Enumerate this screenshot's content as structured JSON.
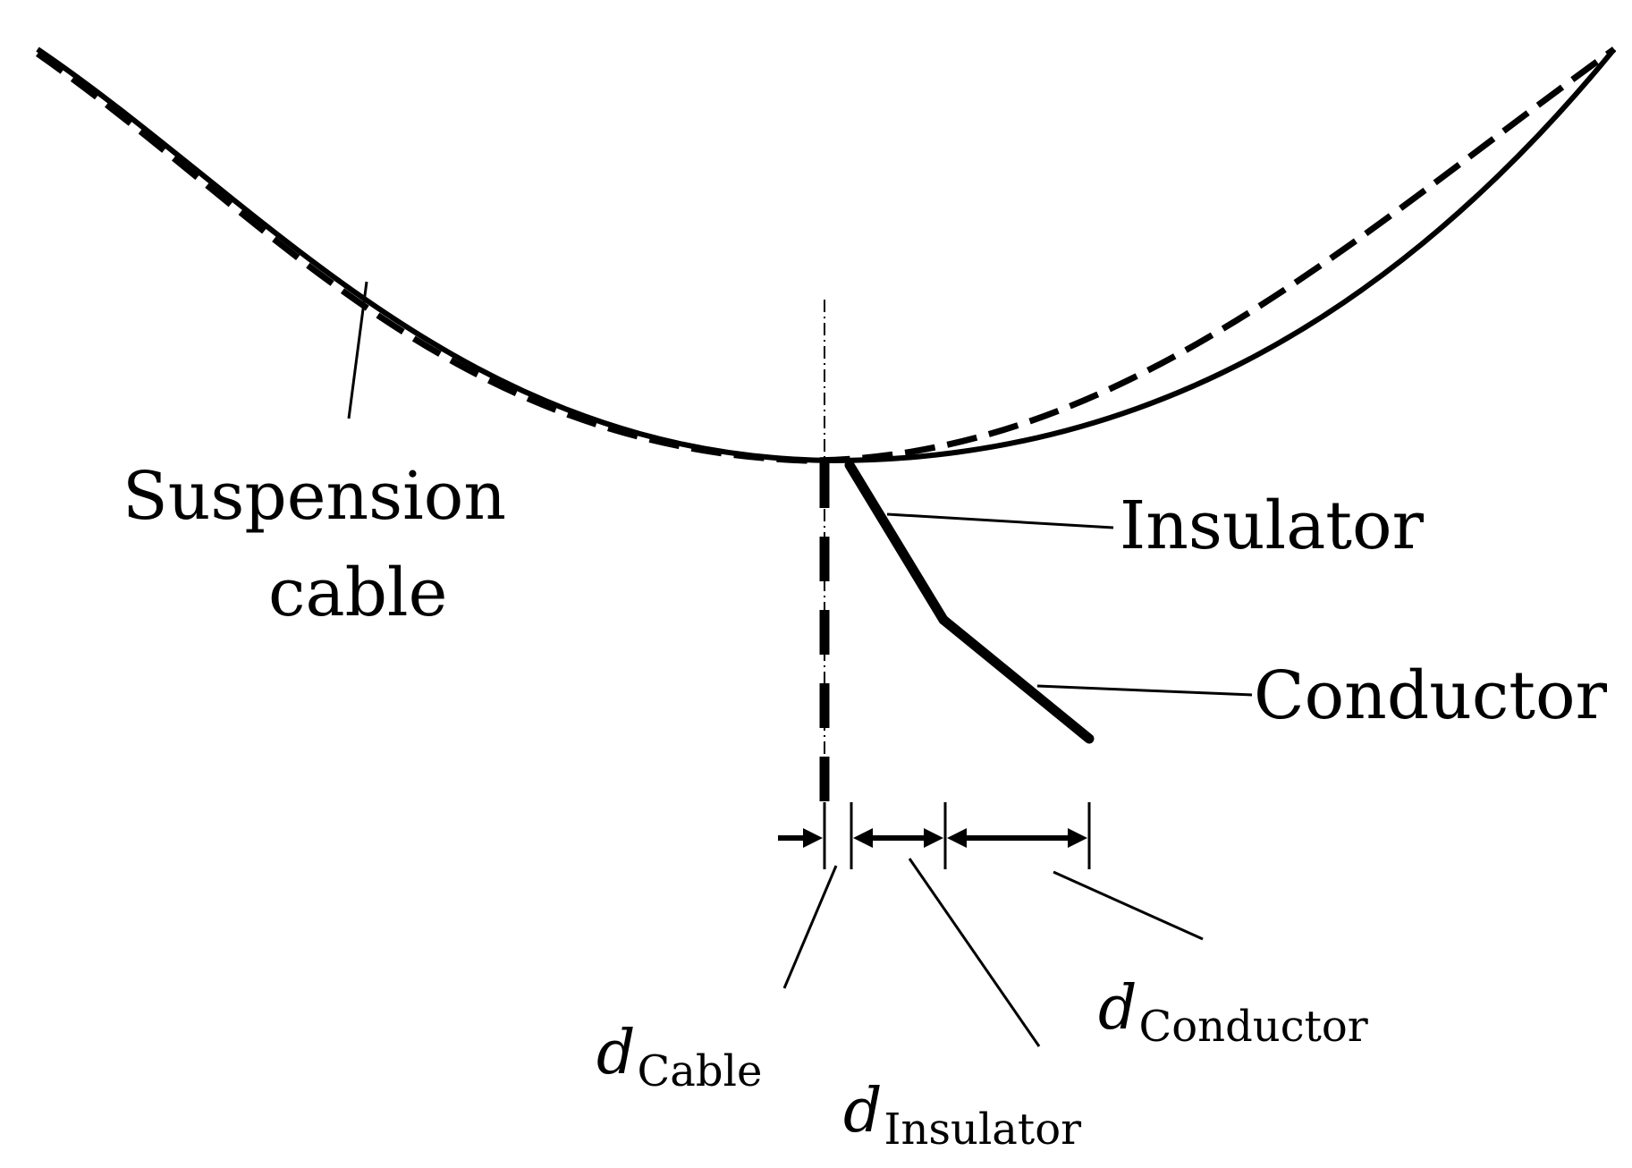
{
  "colors": {
    "ink": "#000000",
    "background": "#ffffff"
  },
  "labels": {
    "suspension_cable_line1": "Suspension",
    "suspension_cable_line2": "cable",
    "insulator": "Insulator",
    "conductor": "Conductor",
    "d_symbol": "d",
    "d_cable_sub": "Cable",
    "d_insulator_sub": "Insulator",
    "d_conductor_sub": "Conductor"
  }
}
